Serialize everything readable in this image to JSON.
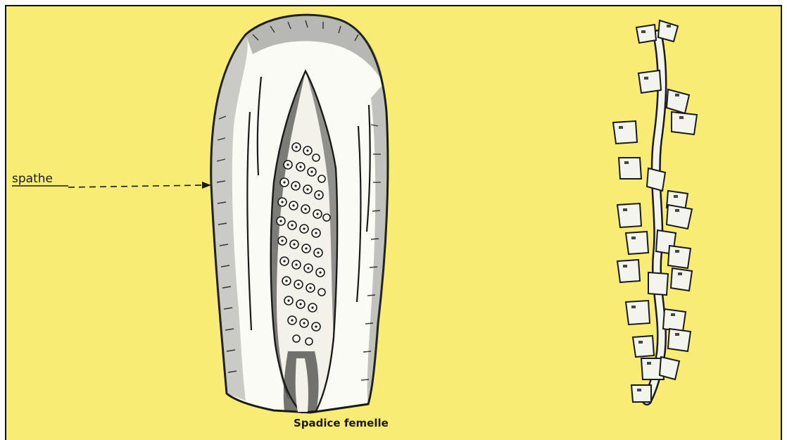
{
  "figure": {
    "labels": {
      "spathe": "spathe",
      "caption": "Spadice femelle"
    },
    "colors": {
      "background": "#f8ec74",
      "ink": "#1a1a1a",
      "paper": "#fbfbf6",
      "frame": "#111111"
    },
    "icons": {
      "spathe_drawing": "spathe-with-female-spadix-illustration",
      "spadix_drawing": "female-spadix-branch-illustration"
    }
  }
}
